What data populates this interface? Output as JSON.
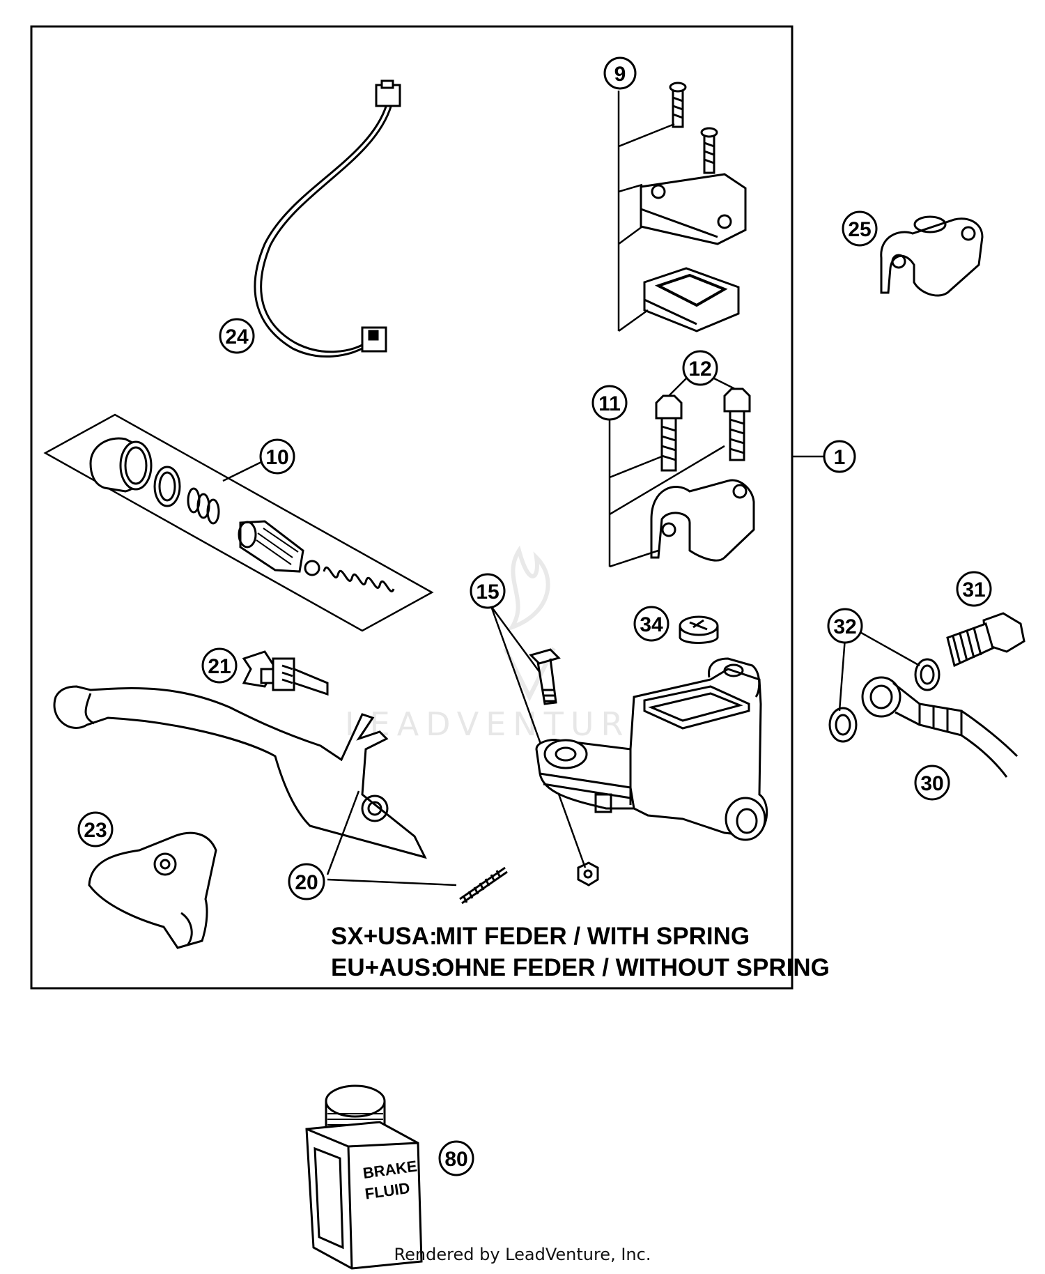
{
  "watermark": "LEADVENTURE",
  "callouts": [
    {
      "id": "c1",
      "label": "1"
    },
    {
      "id": "c9",
      "label": "9"
    },
    {
      "id": "c10",
      "label": "10"
    },
    {
      "id": "c11",
      "label": "11"
    },
    {
      "id": "c12",
      "label": "12"
    },
    {
      "id": "c15",
      "label": "15"
    },
    {
      "id": "c20",
      "label": "20"
    },
    {
      "id": "c21",
      "label": "21"
    },
    {
      "id": "c23",
      "label": "23"
    },
    {
      "id": "c24",
      "label": "24"
    },
    {
      "id": "c25",
      "label": "25"
    },
    {
      "id": "c30",
      "label": "30"
    },
    {
      "id": "c31",
      "label": "31"
    },
    {
      "id": "c32",
      "label": "32"
    },
    {
      "id": "c34",
      "label": "34"
    },
    {
      "id": "c80",
      "label": "80"
    }
  ],
  "notes": {
    "line1_key": "SX+USA:",
    "line1_value": "MIT FEDER / WITH SPRING",
    "line2_key": "EU+AUS:",
    "line2_value": "OHNE FEDER / WITHOUT SPRING"
  },
  "bottle_label": {
    "line1": "BRAKE",
    "line2": "FLUID"
  },
  "footer": "Rendered by LeadVenture, Inc."
}
